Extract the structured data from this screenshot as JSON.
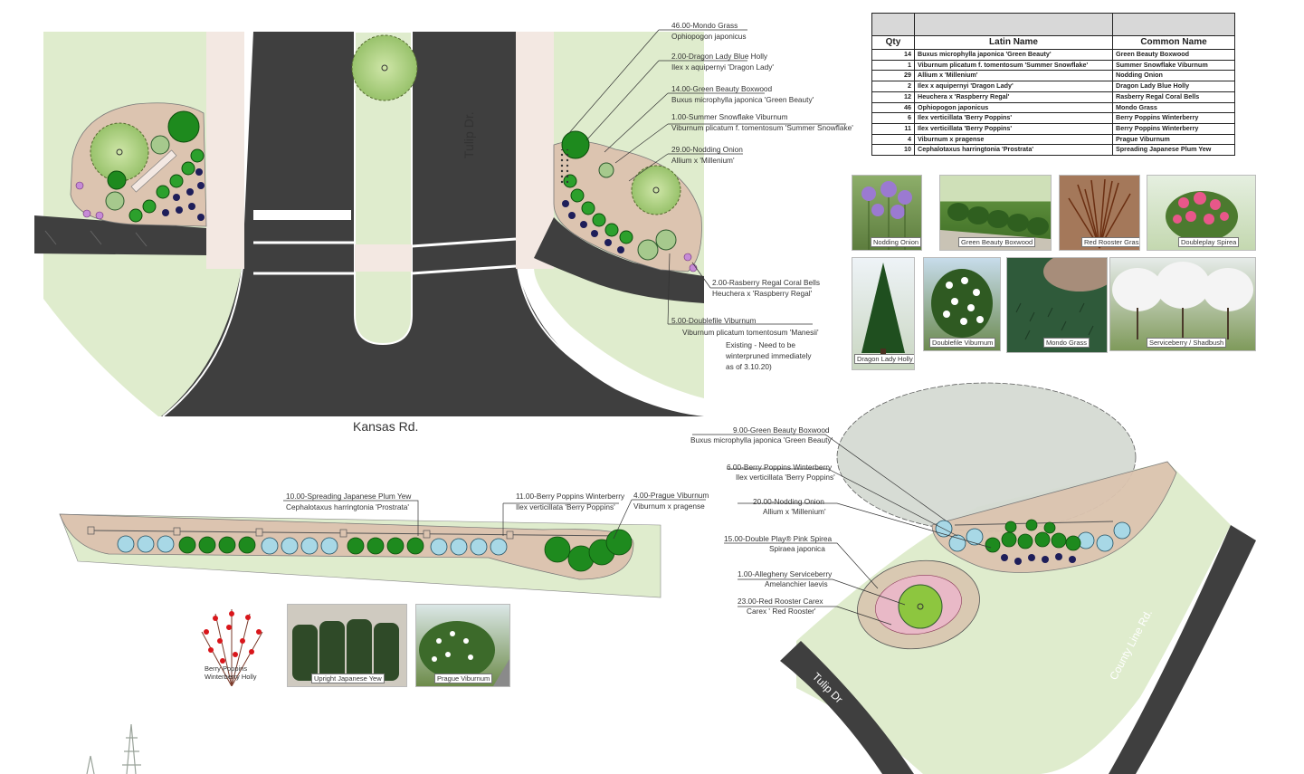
{
  "roads": {
    "kansas": "Kansas Rd.",
    "tulip": "Tulip Dr.",
    "tulip_lower": "Tulip Dr",
    "county_line": "County Line Rd."
  },
  "labels_top_right": [
    {
      "name": "46.00-Mondo Grass",
      "latin": "Ophiopogon japonicus"
    },
    {
      "name": "2.00-Dragon Lady Blue Holly",
      "latin": "Ilex x aquipernyi 'Dragon Lady'"
    },
    {
      "name": "14.00-Green Beauty Boxwood",
      "latin": "Buxus microphylla japonica 'Green Beauty'"
    },
    {
      "name": "1.00-Summer Snowflake Viburnum",
      "latin": "Viburnum plicatum f. tomentosum 'Summer Snowflake'"
    },
    {
      "name": "29.00-Nodding Onion",
      "latin": "Allium x 'Millenium'"
    },
    {
      "name": "2.00-Rasberry Regal Coral Bells",
      "latin": "Heuchera x 'Raspberry Regal'"
    },
    {
      "name": "5.00-Doublefile Viburnum",
      "latin": "Viburnum plicatum tomentosum 'Manesii'"
    }
  ],
  "existing_note": [
    "Existing - Need to be",
    "winterpruned immediately",
    "as of 3.10.20)"
  ],
  "labels_bottom_left": [
    {
      "name": "10.00-Spreading Japanese Plum Yew",
      "latin": "Cephalotaxus harringtonia 'Prostrata'"
    },
    {
      "name": "11.00-Berry Poppins Winterberry",
      "latin": "Ilex verticillata 'Berry Poppins'"
    },
    {
      "name": "4.00-Prague Viburnum",
      "latin": "Viburnum x pragense"
    }
  ],
  "labels_bottom_right": [
    {
      "name": "9.00-Green Beauty Boxwood",
      "latin": "Buxus microphylla japonica 'Green Beauty'"
    },
    {
      "name": "6.00-Berry Poppins Winterberry",
      "latin": "Ilex verticillata 'Berry Poppins'"
    },
    {
      "name": "20.00-Nodding Onion",
      "latin": "Allium x 'Millenium'"
    },
    {
      "name": "15.00-Double Play® Pink Spirea",
      "latin": "Spiraea japonica"
    },
    {
      "name": "1.00-Allegheny Serviceberry",
      "latin": "Amelanchier laevis"
    },
    {
      "name": "23.00-Red Rooster Carex",
      "latin": "Carex ' Red Rooster'"
    }
  ],
  "schedule": {
    "headers": [
      "Qty",
      "Latin Name",
      "Common Name"
    ],
    "rows": [
      {
        "qty": "14",
        "latin": "Buxus microphylla japonica 'Green Beauty'",
        "common": "Green Beauty Boxwood"
      },
      {
        "qty": "1",
        "latin": "Viburnum plicatum f. tomentosum 'Summer Snowflake'",
        "common": "Summer Snowflake Viburnum"
      },
      {
        "qty": "29",
        "latin": "Allium x 'Millenium'",
        "common": "Nodding Onion"
      },
      {
        "qty": "2",
        "latin": "Ilex x aquipernyi 'Dragon Lady'",
        "common": "Dragon Lady Blue Holly"
      },
      {
        "qty": "12",
        "latin": "Heuchera x 'Raspberry Regal'",
        "common": "Rasberry Regal Coral Bells"
      },
      {
        "qty": "46",
        "latin": "Ophiopogon japonicus",
        "common": "Mondo Grass"
      },
      {
        "qty": "6",
        "latin": "Ilex verticillata 'Berry Poppins'",
        "common": "Berry Poppins Winterberry"
      },
      {
        "qty": "11",
        "latin": "Ilex verticillata 'Berry Poppins'",
        "common": "Berry Poppins Winterberry"
      },
      {
        "qty": "4",
        "latin": "Viburnum x pragense",
        "common": "Prague Viburnum"
      },
      {
        "qty": "10",
        "latin": "Cephalotaxus harringtonia 'Prostrata'",
        "common": "Spreading Japanese Plum Yew"
      }
    ]
  },
  "photos": {
    "nodding_onion": "Nodding Onion",
    "green_beauty": "Green Beauty Boxwood",
    "red_rooster": "Red Rooster Grass",
    "doubleplay": "Doubleplay Spirea",
    "dragon_lady": "Dragon Lady Holly",
    "doublefile": "Doublefile Viburnum",
    "mondo": "Mondo Grass",
    "serviceberry": "Serviceberry / Shadbush",
    "berry_poppins": [
      "Berry Poppins",
      "Winterberry Holly"
    ],
    "upright_yew": "Upright Japanese Yew",
    "prague": "Prague Viburnum"
  },
  "colors": {
    "asphalt": "#3f3f3f",
    "lawn": "#dfeccd",
    "bed": "#dcc4b0",
    "shrub_green": "#1e8a1e",
    "winterberry_blue": "#a8d8e6",
    "walk": "#f3e8e2"
  }
}
